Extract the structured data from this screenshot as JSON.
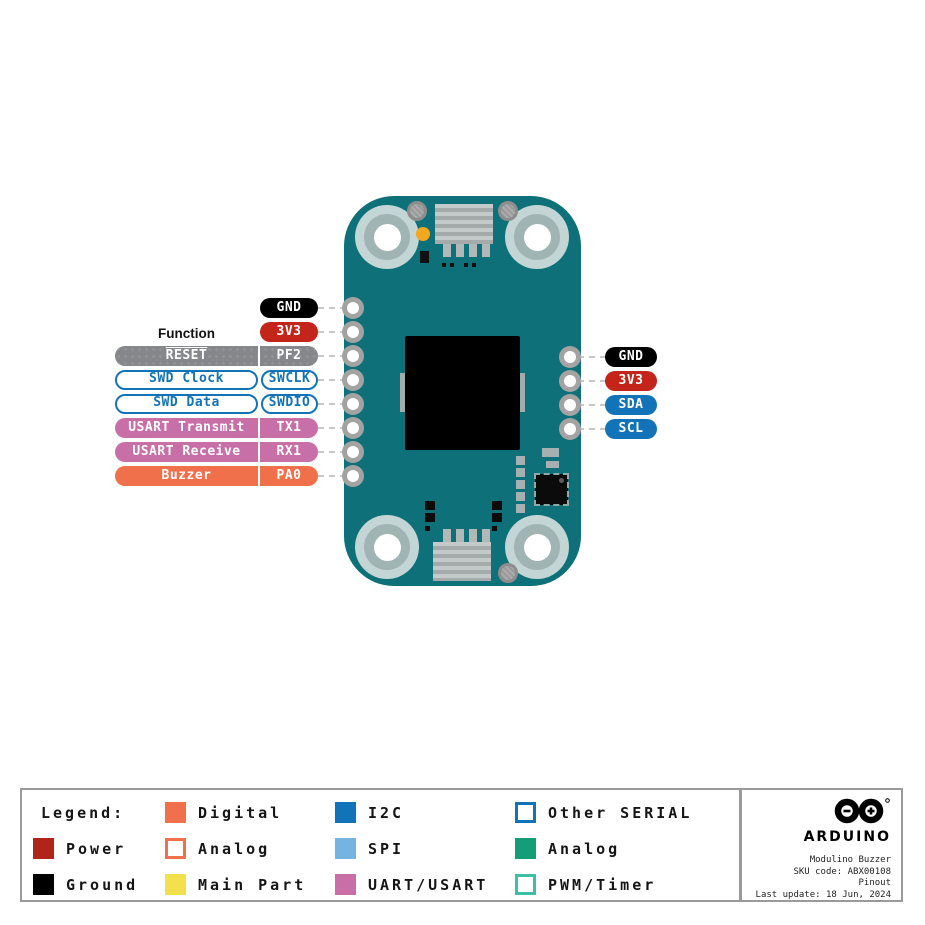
{
  "pins": {
    "header": "Function",
    "left": [
      {
        "function": "",
        "name": "GND",
        "type": "ground"
      },
      {
        "function": "",
        "name": "3V3",
        "type": "power"
      },
      {
        "function": "RESET",
        "name": "PF2",
        "type": "default-gray",
        "overline": true
      },
      {
        "function": "SWD Clock",
        "name": "SWCLK",
        "type": "other-serial"
      },
      {
        "function": "SWD Data",
        "name": "SWDIO",
        "type": "other-serial"
      },
      {
        "function": "USART Transmit",
        "name": "TX1",
        "type": "uart"
      },
      {
        "function": "USART Receive",
        "name": "RX1",
        "type": "uart"
      },
      {
        "function": "Buzzer",
        "name": "PA0",
        "type": "digital"
      }
    ],
    "right": [
      {
        "name": "GND",
        "type": "ground"
      },
      {
        "name": "3V3",
        "type": "power"
      },
      {
        "name": "SDA",
        "type": "i2c"
      },
      {
        "name": "SCL",
        "type": "i2c"
      }
    ]
  },
  "legend": {
    "title": "Legend:",
    "items": [
      {
        "label": "Power",
        "type": "power"
      },
      {
        "label": "Ground",
        "type": "ground"
      },
      {
        "label": "Digital",
        "type": "digital"
      },
      {
        "label": "Analog",
        "type": "analog-outline"
      },
      {
        "label": "Main Part",
        "type": "main-part"
      },
      {
        "label": "I2C",
        "type": "i2c"
      },
      {
        "label": "SPI",
        "type": "spi"
      },
      {
        "label": "UART/USART",
        "type": "uart"
      },
      {
        "label": "Other SERIAL",
        "type": "other-serial"
      },
      {
        "label": "Analog",
        "type": "analog"
      },
      {
        "label": "PWM/Timer",
        "type": "pwm-timer"
      }
    ]
  },
  "brand": {
    "name": "ARDUINO",
    "product": "Modulino Buzzer",
    "sku": "SKU code: ABX00108",
    "doc": "Pinout",
    "updated": "Last update: 18 Jun, 2024"
  },
  "colors": {
    "board_teal": "#0e7078",
    "power_red": "#c3251a",
    "legend_power_red": "#b2241a",
    "ground_black": "#000000",
    "digital_orange": "#f0704b",
    "uart_pink": "#c96fa7",
    "i2c_blue": "#1373b8",
    "spi_light_blue": "#74b4e0",
    "analog_green": "#139e78",
    "main_part_yellow": "#f2e14c",
    "pwm_teal_border": "#3dbfa6",
    "reset_gray": "#85878a",
    "led_amber": "#f2a71f"
  }
}
